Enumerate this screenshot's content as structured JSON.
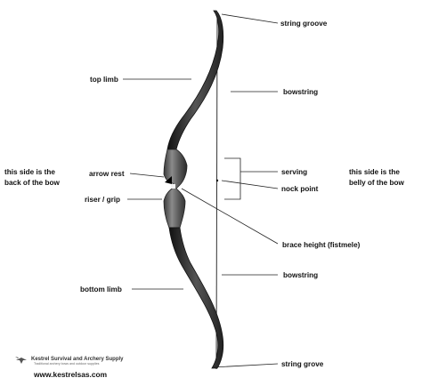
{
  "labels": {
    "string_groove_top": "string groove",
    "top_limb": "top limb",
    "bowstring_top": "bowstring",
    "serving": "serving",
    "nock_point": "nock point",
    "arrow_rest": "arrow rest",
    "riser_grip": "riser / grip",
    "brace_height": "brace height (fistmele)",
    "bowstring_bottom": "bowstring",
    "bottom_limb": "bottom limb",
    "string_grove_bottom": "string grove"
  },
  "side_notes": {
    "back": [
      "this side is the",
      "back of the bow"
    ],
    "belly": [
      "this side is the",
      "belly of the bow"
    ]
  },
  "brand": {
    "name": "Kestrel Survival and Archery Supply",
    "tagline": "Traditional archery bows and outdoor supplies",
    "url": "www.kestrelsas.com"
  },
  "colors": {
    "limb_dark": "#1a1a1a",
    "riser_wood": "#6e6e6e",
    "string": "#333333",
    "leader": "#222222"
  }
}
